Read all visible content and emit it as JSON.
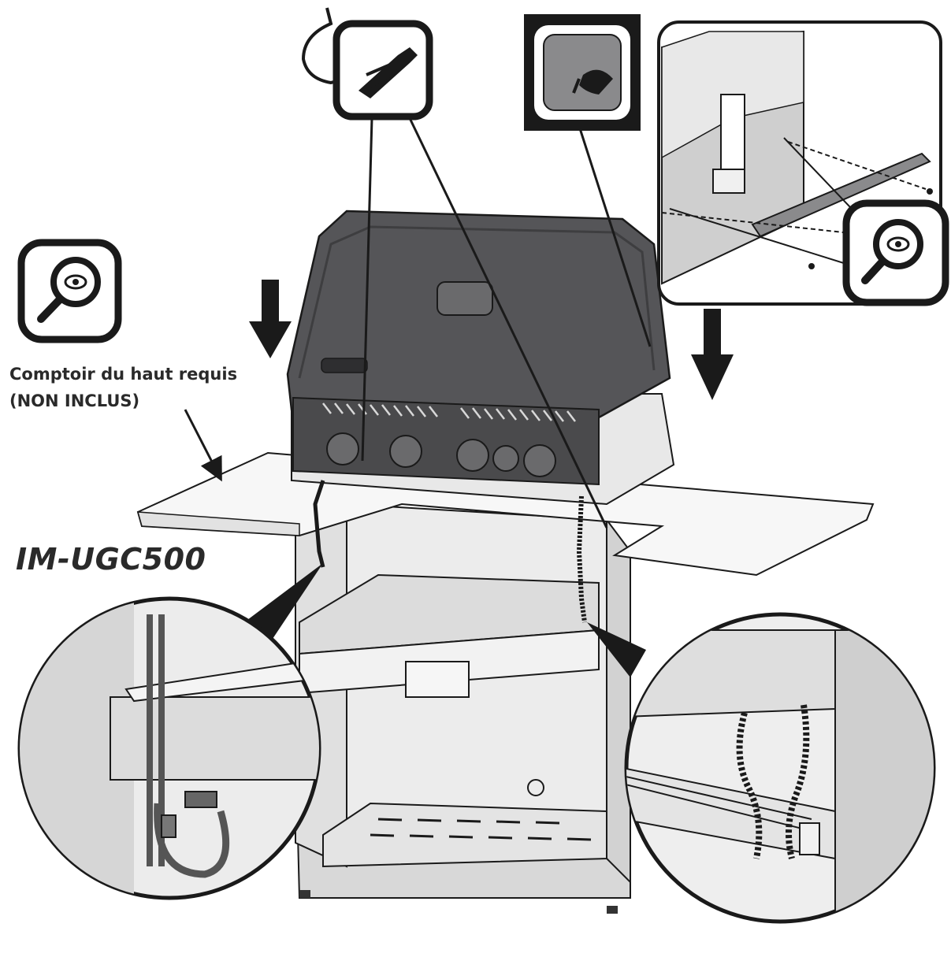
{
  "diagram": {
    "countertop_label_line1": "Comptoir du haut requis",
    "countertop_label_line2": "(NON INCLUS)",
    "model_code": "IM-UGC500"
  },
  "icons": [
    "zip-tie-cutter-icon",
    "peel-film-icon",
    "inspect-magnifier-icon"
  ],
  "colors": {
    "line": "#1a1a1a",
    "grill_body": "#555558",
    "grill_dark": "#3e3e40",
    "panel_light": "#e6e6e6",
    "panel_mid": "#c8c8c8",
    "counter": "#f4f4f4"
  }
}
